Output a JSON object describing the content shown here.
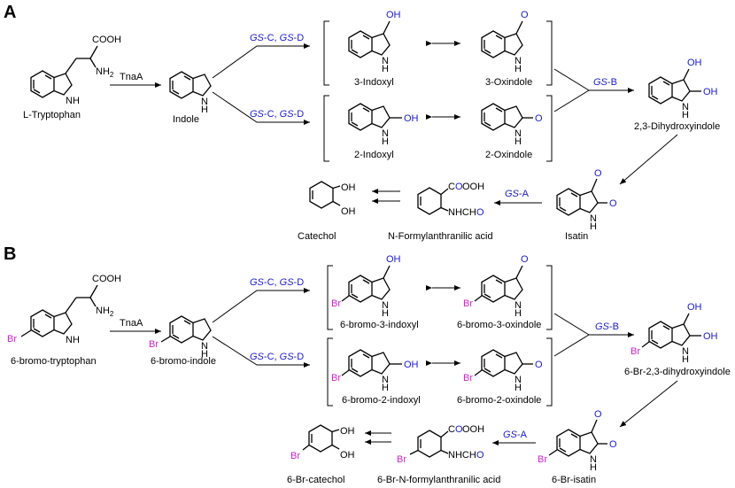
{
  "panels": {
    "a": "A",
    "b": "B"
  },
  "enzymes": {
    "tnaA": "TnaA",
    "gs_cd": "GS-C, GS-D",
    "gs_b": "GS-B",
    "gs_a": "GS-A"
  },
  "panel_a": {
    "trp": "L-Tryptophan",
    "indole": "Indole",
    "indoxyl3": "3-Indoxyl",
    "oxindole3": "3-Oxindole",
    "indoxyl2": "2-Indoxyl",
    "oxindole2": "2-Oxindole",
    "dihydroxy": "2,3-Dihydroxyindole",
    "isatin": "Isatin",
    "nformyl": "N-Formylanthranilic acid",
    "catechol": "Catechol"
  },
  "panel_b": {
    "trp": "6-bromo-tryptophan",
    "indole": "6-bromo-indole",
    "indoxyl3": "6-bromo-3-indoxyl",
    "oxindole3": "6-bromo-3-oxindole",
    "indoxyl2": "6-bromo-2-indoxyl",
    "oxindole2": "6-bromo-2-oxindole",
    "dihydroxy": "6-Br-2,3-dihydroxyindole",
    "isatin": "6-Br-isatin",
    "nformyl": "6-Br-N-formylanthranilic acid",
    "catechol": "6-Br-catechol"
  },
  "atoms": {
    "cooh": "COOH",
    "nh2": "NH",
    "two": "2",
    "nh": "NH",
    "h": "H",
    "n": "N",
    "oh": "OH",
    "o": "O",
    "br": "Br",
    "c": "C",
    "ooh": "OOH",
    "nhcho": "NHCH",
    "cho_o": "O"
  },
  "colors": {
    "enzyme": "#1a1acc",
    "bromine": "#d21fd2",
    "oxygen": "#1a1acc"
  }
}
